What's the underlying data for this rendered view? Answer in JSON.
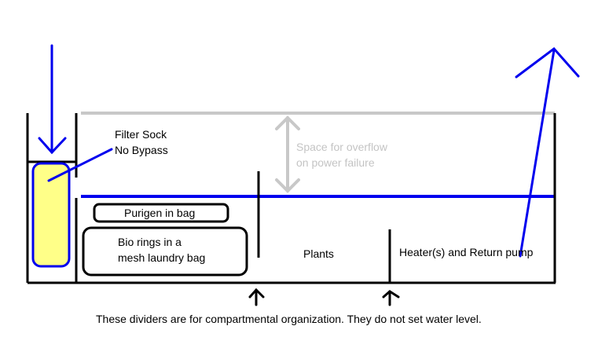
{
  "labels": {
    "filter_sock_line1": "Filter Sock",
    "filter_sock_line2": "No Bypass",
    "overflow_line1": "Space for overflow",
    "overflow_line2": "on power failure",
    "purigen": "Purigen in bag",
    "bio_rings_line1": "Bio rings in a",
    "bio_rings_line2": "mesh laundry bag",
    "plants": "Plants",
    "heater_pump": "Heater(s) and Return pump",
    "footnote": "These dividers are for compartmental organization.  They do not set water level."
  },
  "colors": {
    "outline": "#000000",
    "flow": "#0000ee",
    "overflow_space": "#c8c8c8",
    "filter_sock_fill": "#ffff88"
  }
}
